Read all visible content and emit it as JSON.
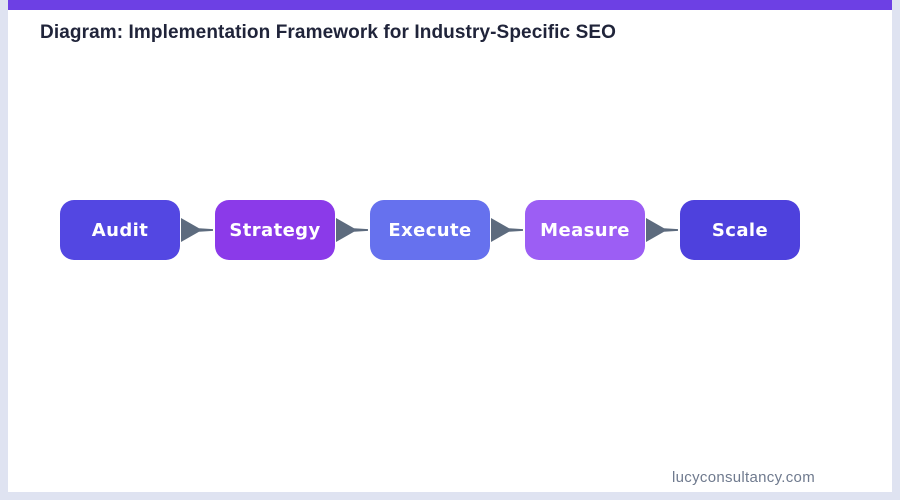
{
  "header": {
    "title": "Diagram: Implementation Framework for Industry-Specific SEO"
  },
  "flow": {
    "steps": [
      {
        "label": "Audit",
        "color": "#5347e2"
      },
      {
        "label": "Strategy",
        "color": "#8b3ae9"
      },
      {
        "label": "Execute",
        "color": "#6671ee"
      },
      {
        "label": "Measure",
        "color": "#9c5ef4"
      },
      {
        "label": "Scale",
        "color": "#4e41dd"
      }
    ],
    "connector": "arrow-right"
  },
  "footer": {
    "site": "lucyconsultancy.com"
  },
  "colors": {
    "top_bar": "#6d40e4",
    "page_border": "#dfe3f1",
    "background": "#ffffff",
    "title_text": "#20243a",
    "step_text": "#ffffff",
    "arrow": "#5d6b7e",
    "footer_text": "#6f7a8e"
  }
}
